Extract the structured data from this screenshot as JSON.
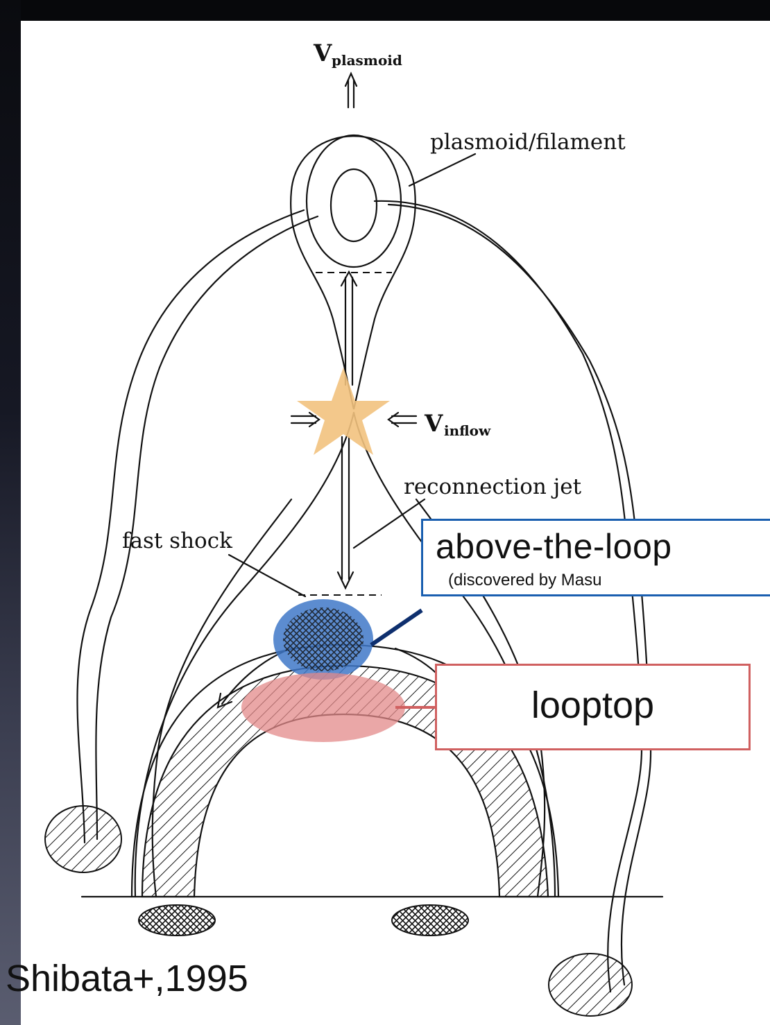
{
  "labels": {
    "v_plasmoid": "V",
    "v_plasmoid_sub": "plasmoid",
    "plasmoid": "plasmoid/filament",
    "v_inflow": "V",
    "v_inflow_sub": "inflow",
    "reconnection_jet": "reconnection jet",
    "fast_shock": "fast shock"
  },
  "callouts": {
    "above_the_loop": {
      "title": "above-the-loop",
      "note": "(discovered by Masu"
    },
    "looptop": {
      "title": "looptop"
    }
  },
  "credit": "Shibata+,1995",
  "colors": {
    "star": "#f2c27e",
    "above_the_loop_fill": "#3f78c8",
    "above_the_loop_border": "#1a5fb0",
    "looptop_fill": "#e38a8a",
    "looptop_border": "#d06060"
  }
}
